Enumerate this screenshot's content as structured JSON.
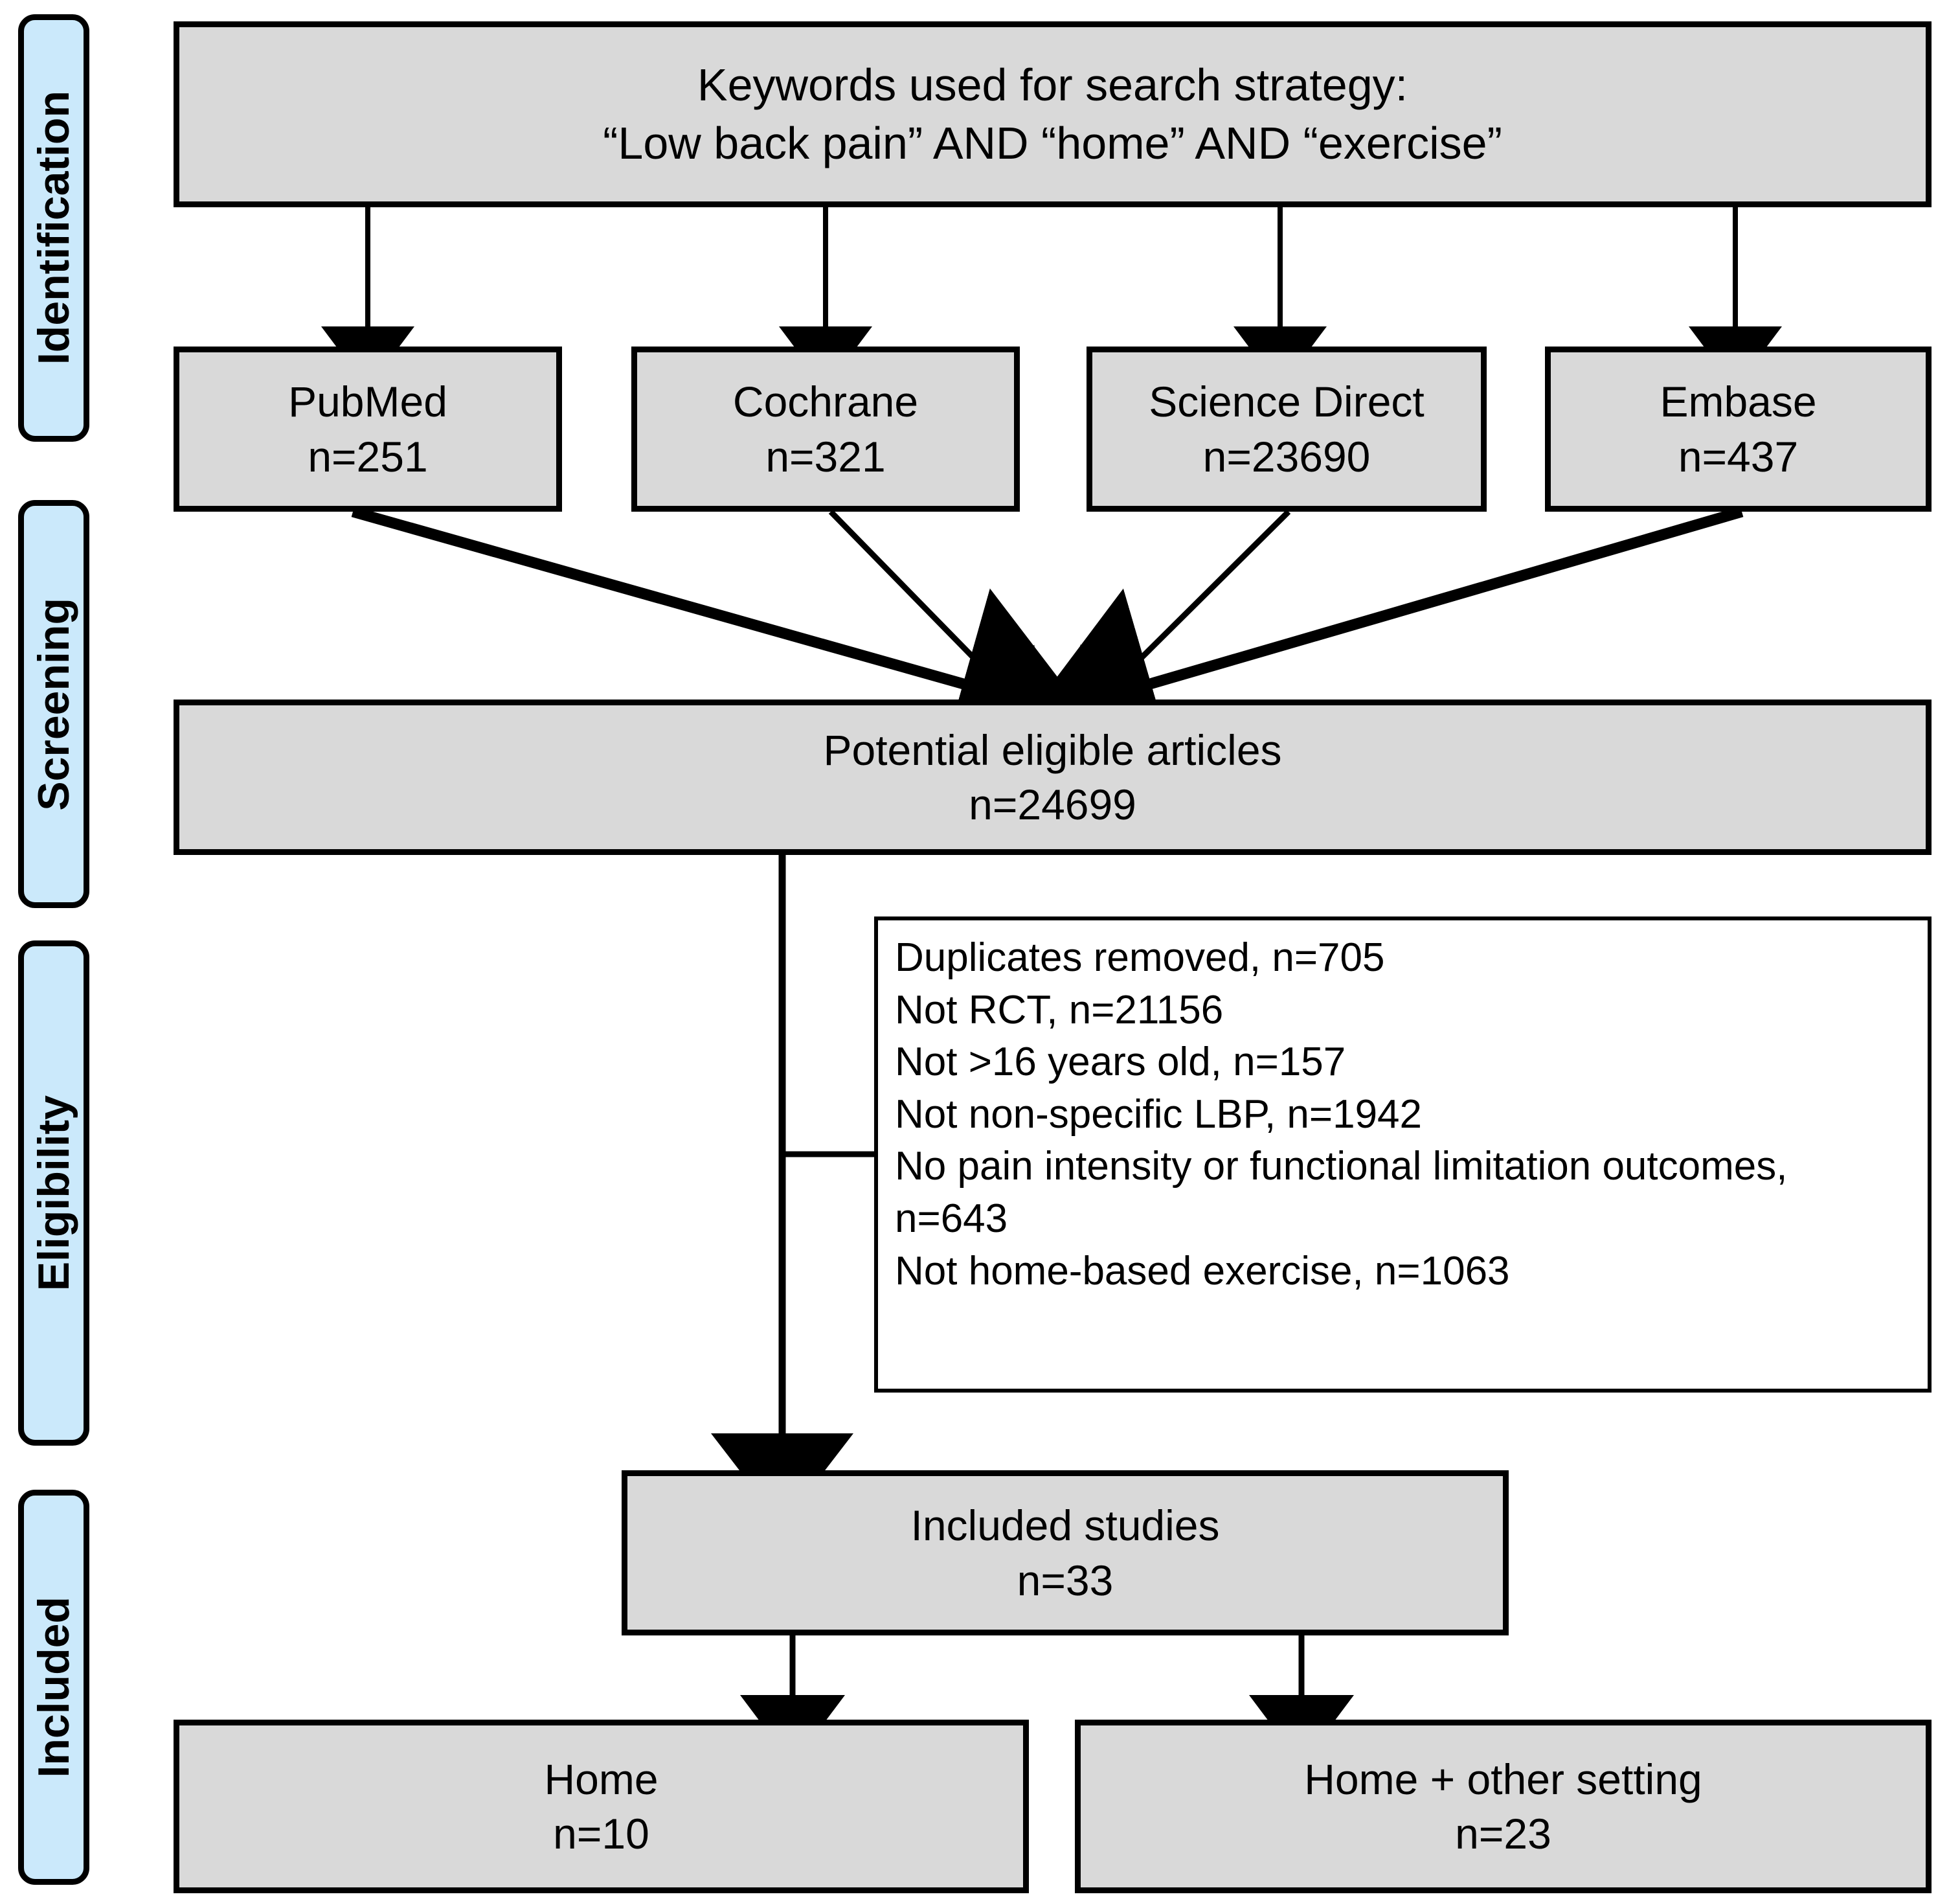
{
  "stages": [
    {
      "label": "Identification"
    },
    {
      "label": "Screening"
    },
    {
      "label": "Eligibility"
    },
    {
      "label": "Included"
    }
  ],
  "keywords_box": {
    "line1": "Keywords used for search strategy:",
    "line2": "“Low back pain” AND “home” AND “exercise”"
  },
  "databases": [
    {
      "name": "PubMed",
      "count": "n=251"
    },
    {
      "name": "Cochrane",
      "count": "n=321"
    },
    {
      "name": "Science Direct",
      "count": "n=23690"
    },
    {
      "name": "Embase",
      "count": "n=437"
    }
  ],
  "potential_box": {
    "line1": "Potential eligible articles",
    "line2": "n=24699"
  },
  "exclusions": [
    "Duplicates removed, n=705",
    "Not RCT, n=21156",
    "Not >16 years old, n=157",
    "Not non-specific LBP, n=1942",
    "No pain intensity or functional limitation outcomes, n=643",
    "Not home-based exercise, n=1063"
  ],
  "included_box": {
    "line1": "Included studies",
    "line2": "n=33"
  },
  "settings": [
    {
      "name": "Home",
      "count": "n=10"
    },
    {
      "name": "Home + other setting",
      "count": "n=23"
    }
  ],
  "colors": {
    "stage_fill": "#cbe9fb",
    "box_fill": "#d9d9d9",
    "stroke": "#000000",
    "page_bg": "#ffffff"
  }
}
